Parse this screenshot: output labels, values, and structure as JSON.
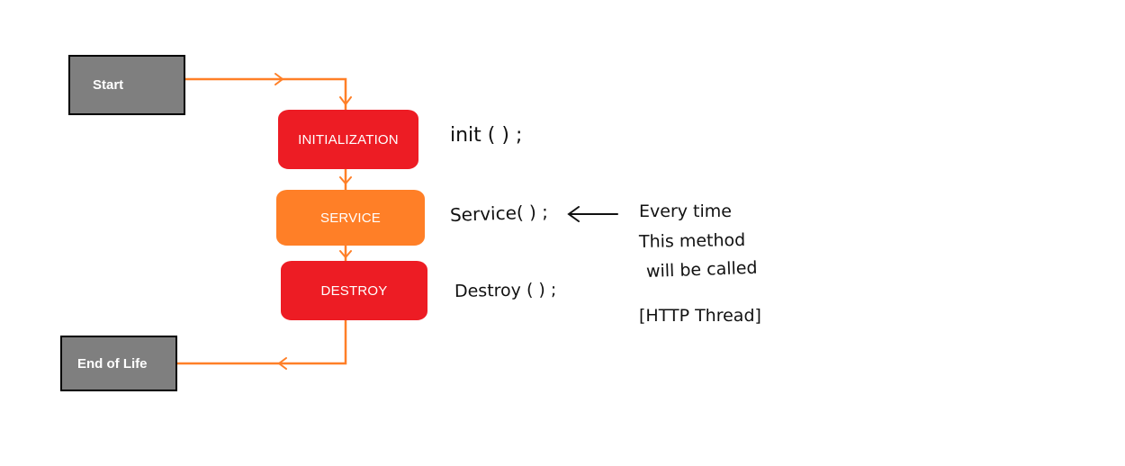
{
  "colors": {
    "terminal_fill": "#7f7f7f",
    "stage_red": "#ed1c24",
    "stage_orange": "#ff7f27",
    "connector": "#ff7f27",
    "ink": "#111111"
  },
  "nodes": {
    "start": "Start",
    "initialization": "INITIALIZATION",
    "service": "SERVICE",
    "destroy": "DESTROY",
    "end_of_life": "End of Life"
  },
  "annotations": {
    "init_method": "init ( ) ;",
    "service_method": "Service( ) ;",
    "destroy_method": "Destroy ( ) ;",
    "service_note": [
      "Every time",
      "This method",
      "will be called",
      "[HTTP Thread]"
    ]
  }
}
